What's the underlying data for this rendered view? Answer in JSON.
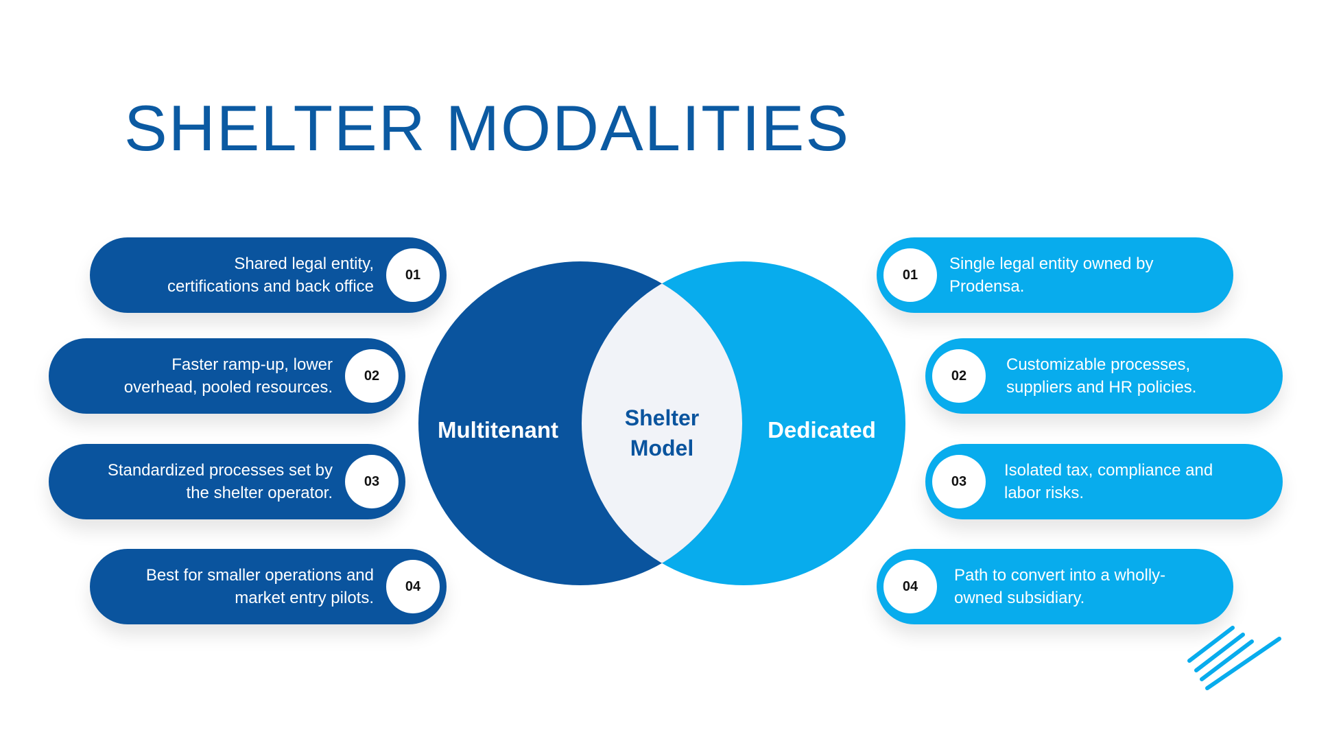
{
  "title": "SHELTER MODALITIES",
  "colors": {
    "dark_blue": "#0a549e",
    "light_blue": "#08aced",
    "center_fill": "#f1f3f8",
    "title_blue": "#0b5aa2"
  },
  "venn": {
    "left_label": "Multitenant",
    "center_label_line1": "Shelter",
    "center_label_line2": "Model",
    "right_label": "Dedicated"
  },
  "left_items": [
    {
      "num": "01",
      "line1": "Shared legal entity,",
      "line2": "certifications and back office"
    },
    {
      "num": "02",
      "line1": "Faster ramp-up, lower",
      "line2": "overhead, pooled resources."
    },
    {
      "num": "03",
      "line1": "Standardized processes set by",
      "line2": "the shelter operator."
    },
    {
      "num": "04",
      "line1": "Best for smaller operations and",
      "line2": "market entry pilots."
    }
  ],
  "right_items": [
    {
      "num": "01",
      "line1": "Single legal entity owned by",
      "line2": "Prodensa."
    },
    {
      "num": "02",
      "line1": "Customizable processes,",
      "line2": "suppliers and HR policies."
    },
    {
      "num": "03",
      "line1": "Isolated tax, compliance and",
      "line2": "labor risks."
    },
    {
      "num": "04",
      "line1": "Path to convert into a wholly-",
      "line2": "owned subsidiary."
    }
  ]
}
